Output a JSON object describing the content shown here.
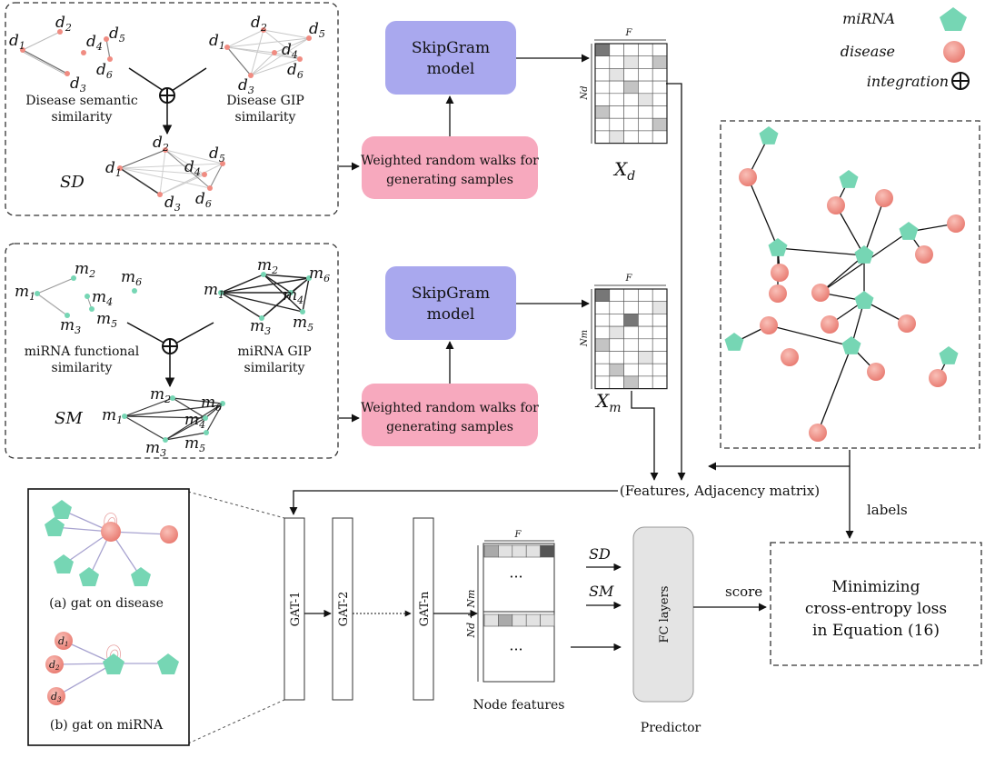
{
  "legend": {
    "mirna": "miRNA",
    "disease": "disease",
    "integration": "integration"
  },
  "disease_panel": {
    "semantic_label_1": "Disease semantic",
    "semantic_label_2": "similarity",
    "gip_label_1": "Disease GIP",
    "gip_label_2": "similarity",
    "combined_label": "SD",
    "nodes": [
      "d1",
      "d2",
      "d3",
      "d4",
      "d5",
      "d6"
    ]
  },
  "mirna_panel": {
    "functional_label_1": "miRNA functional",
    "functional_label_2": "similarity",
    "gip_label_1": "miRNA GIP",
    "gip_label_2": "similarity",
    "combined_label": "SM",
    "nodes": [
      "m1",
      "m2",
      "m3",
      "m4",
      "m5",
      "m6"
    ]
  },
  "skipgram": {
    "line1": "SkipGram",
    "line2": "model"
  },
  "random_walk": {
    "line1": "Weighted random walks for",
    "line2": "generating samples"
  },
  "matrices": {
    "dim_label": "F",
    "xd": "Xd",
    "xm": "Xm",
    "nd": "Nd",
    "nm": "Nm"
  },
  "features_label": "(Features, Adjacency matrix)",
  "labels_label": "labels",
  "gat": {
    "layers": [
      "GAT-1",
      "GAT-2",
      "GAT-n"
    ]
  },
  "gat_examples": {
    "disease": "(a) gat on disease",
    "mirna": "(b) gat on miRNA"
  },
  "node_features": {
    "label": "Node features",
    "dim": "F",
    "rows": "Nd + Nm",
    "ellipsis": "···"
  },
  "predictor": {
    "inputs": [
      "SD",
      "SM"
    ],
    "fc": "FC layers",
    "label": "Predictor",
    "score": "score"
  },
  "loss": {
    "line1": "Minimizing",
    "line2": "cross-entropy loss",
    "line3": "in  Equation (16)"
  },
  "colors": {
    "mirna": "#76d6b4",
    "disease": "#f08c82",
    "skipgram": "#a9a8ee",
    "walk": "#f7a9be"
  }
}
